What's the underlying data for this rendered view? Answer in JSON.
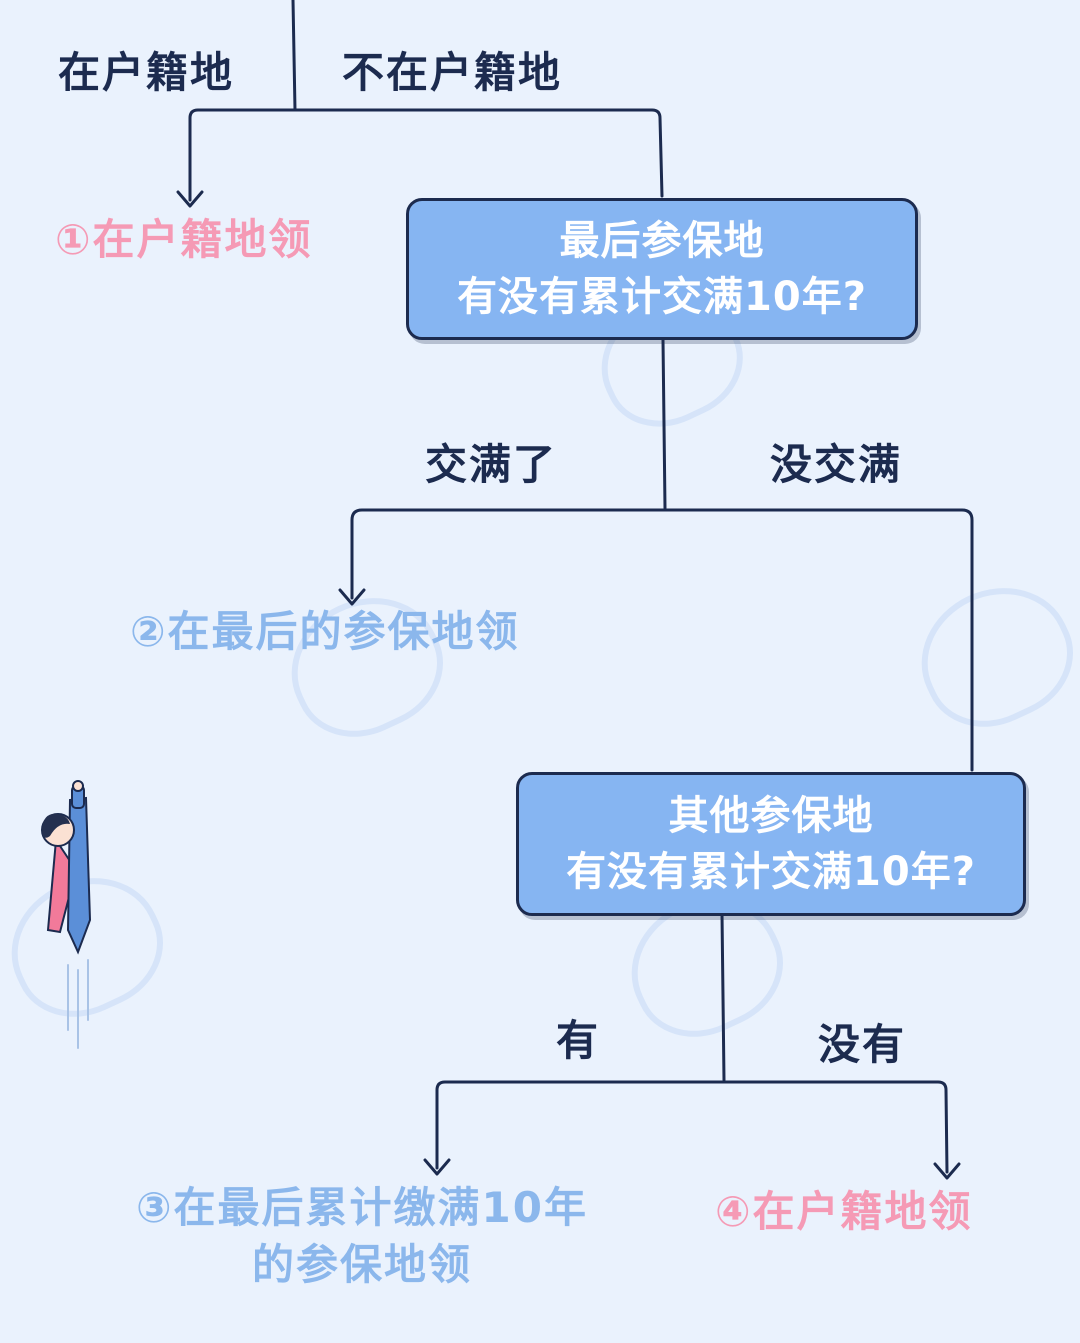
{
  "branch_top": {
    "left_label": "在户籍地",
    "right_label": "不在户籍地"
  },
  "outcome_1": "①在户籍地领",
  "decision_1": {
    "line1": "最后参保地",
    "line2": "有没有累计交满10年?"
  },
  "branch_mid": {
    "left_label": "交满了",
    "right_label": "没交满"
  },
  "outcome_2": "②在最后的参保地领",
  "decision_2": {
    "line1": "其他参保地",
    "line2": "有没有累计交满10年?"
  },
  "branch_bottom": {
    "left_label": "有",
    "right_label": "没有"
  },
  "outcome_3": {
    "line1": "③在最后累计缴满10年",
    "line2": "的参保地领"
  },
  "outcome_4": "④在户籍地领",
  "colors": {
    "background": "#eaf2fd",
    "box_fill": "#86b5f2",
    "outline": "#1c2b4f",
    "pink_text": "#f59ab5",
    "blue_text": "#8bb7ec",
    "connector": "#1c2b4f"
  },
  "icons": {
    "figure": "flying-superhero-illustration",
    "watermark": "shield-logo-watermark"
  }
}
